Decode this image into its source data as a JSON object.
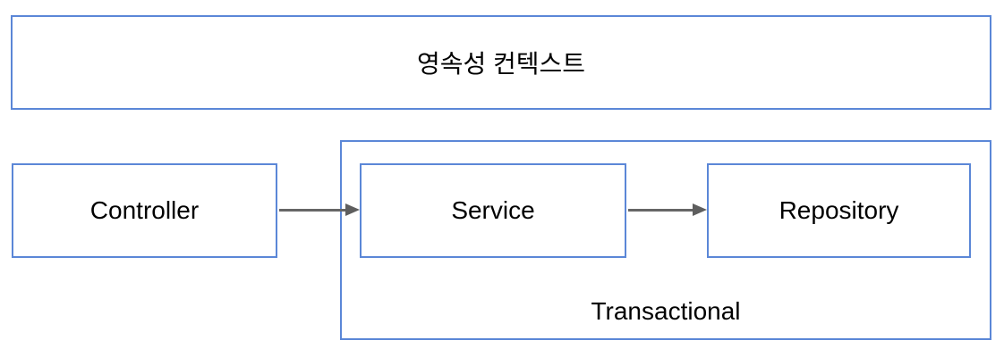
{
  "diagram": {
    "persistence_context": {
      "label": "영속성 컨텍스트"
    },
    "controller": {
      "label": "Controller"
    },
    "service": {
      "label": "Service"
    },
    "repository": {
      "label": "Repository"
    },
    "transactional_boundary": {
      "label": "Transactional"
    },
    "arrows": [
      {
        "from": "Controller",
        "to": "Service"
      },
      {
        "from": "Service",
        "to": "Repository"
      }
    ]
  },
  "colors": {
    "box_border": "#5b87d7",
    "box_fill": "#ffffff",
    "arrow": "#666666",
    "text": "#000000",
    "background": "#ffffff"
  }
}
